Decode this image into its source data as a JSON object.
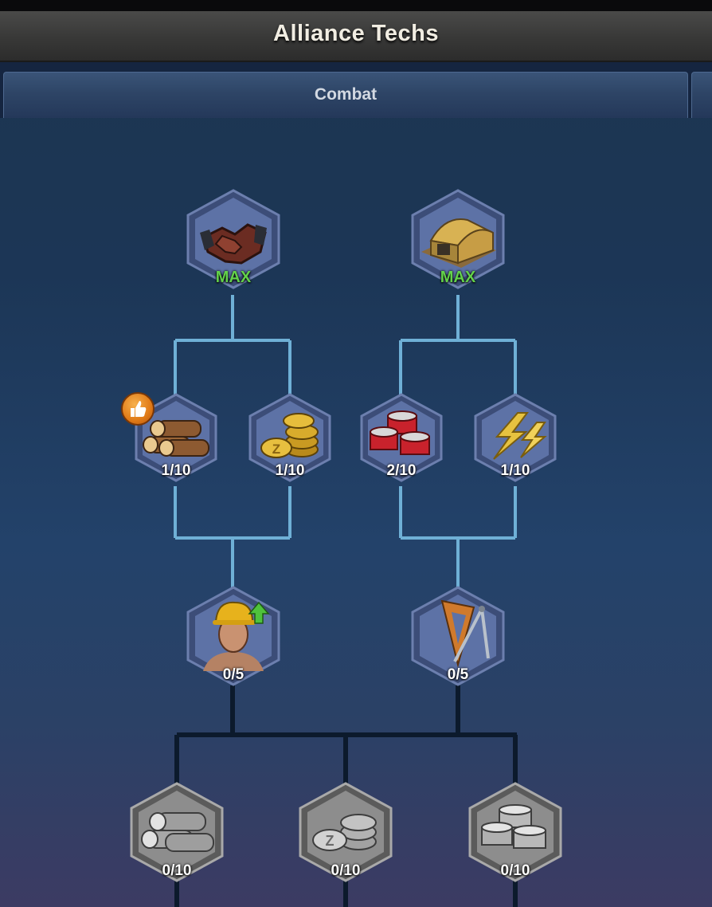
{
  "header": {
    "title": "Alliance Techs"
  },
  "tabs": [
    {
      "label": "Combat"
    }
  ],
  "tree": {
    "row1": [
      {
        "id": "handshake",
        "icon": "handshake-icon",
        "level": "MAX",
        "state": "maxed"
      },
      {
        "id": "warehouse",
        "icon": "warehouse-icon",
        "level": "MAX",
        "state": "maxed"
      }
    ],
    "row2": [
      {
        "id": "wood",
        "icon": "wood-logs-icon",
        "level": "1/10",
        "state": "active",
        "recommended": true
      },
      {
        "id": "coins",
        "icon": "gold-coins-icon",
        "level": "1/10",
        "state": "active"
      },
      {
        "id": "food",
        "icon": "food-cans-icon",
        "level": "2/10",
        "state": "active"
      },
      {
        "id": "electricity",
        "icon": "lightning-icon",
        "level": "1/10",
        "state": "active"
      }
    ],
    "row3": [
      {
        "id": "worker",
        "icon": "worker-icon",
        "level": "0/5",
        "state": "active",
        "upgradable": true
      },
      {
        "id": "blueprint",
        "icon": "drafting-tools-icon",
        "level": "0/5",
        "state": "active"
      }
    ],
    "row4": [
      {
        "id": "wood-2",
        "icon": "wood-logs-icon",
        "level": "0/10",
        "state": "locked"
      },
      {
        "id": "coins-2",
        "icon": "silver-coins-icon",
        "level": "0/10",
        "state": "locked"
      },
      {
        "id": "food-2",
        "icon": "food-cans-icon",
        "level": "0/10",
        "state": "locked"
      }
    ]
  },
  "colors": {
    "active_line": "#6fb0d6",
    "locked_line": "#0c1a2c",
    "max_text": "#63d24a",
    "hex_fill_active": "#5a6fa3",
    "hex_fill_locked": "#8d8d8d"
  }
}
